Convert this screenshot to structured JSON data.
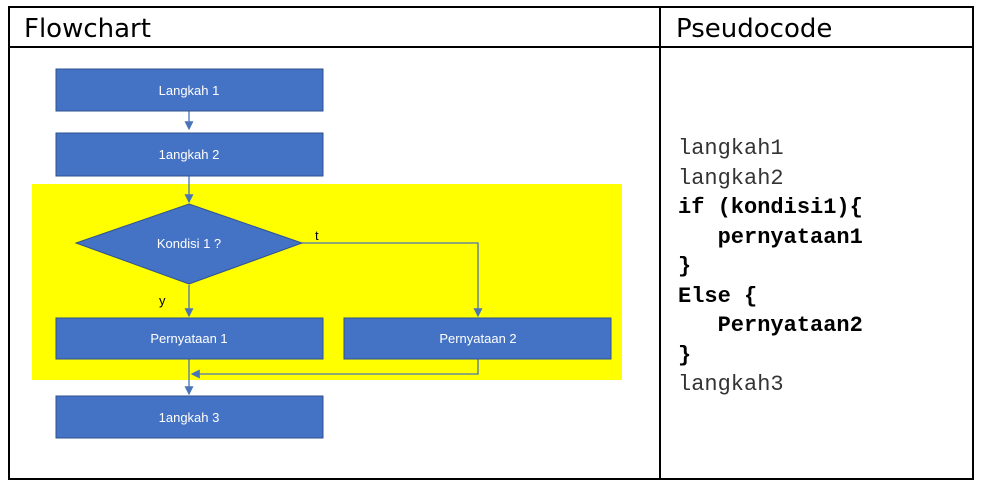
{
  "headers": {
    "flowchart": "Flowchart",
    "pseudocode": "Pseudocode"
  },
  "flowchart": {
    "step1": "Langkah 1",
    "step2": "1angkah 2",
    "condition": "Kondisi 1 ?",
    "false_label": "t",
    "true_label": "y",
    "statement1": "Pernyataan 1",
    "statement2": "Pernyataan 2",
    "step3": "1angkah 3",
    "colors": {
      "box_fill": "#4472c4",
      "box_stroke": "#2f528f",
      "highlight": "#ffff00",
      "arrow": "#4a74b8"
    }
  },
  "pseudocode": {
    "lines": [
      {
        "text": "langkah1",
        "style": "plain"
      },
      {
        "text": "langkah2",
        "style": "plain"
      },
      {
        "text": "if (kondisi1){",
        "style": "bold"
      },
      {
        "text": "   pernyataan1",
        "style": "bold"
      },
      {
        "text": "}",
        "style": "bold"
      },
      {
        "text": "Else {",
        "style": "bold"
      },
      {
        "text": "   Pernyataan2",
        "style": "bold"
      },
      {
        "text": "}",
        "style": "bold"
      },
      {
        "text": "langkah3",
        "style": "plain"
      }
    ]
  }
}
